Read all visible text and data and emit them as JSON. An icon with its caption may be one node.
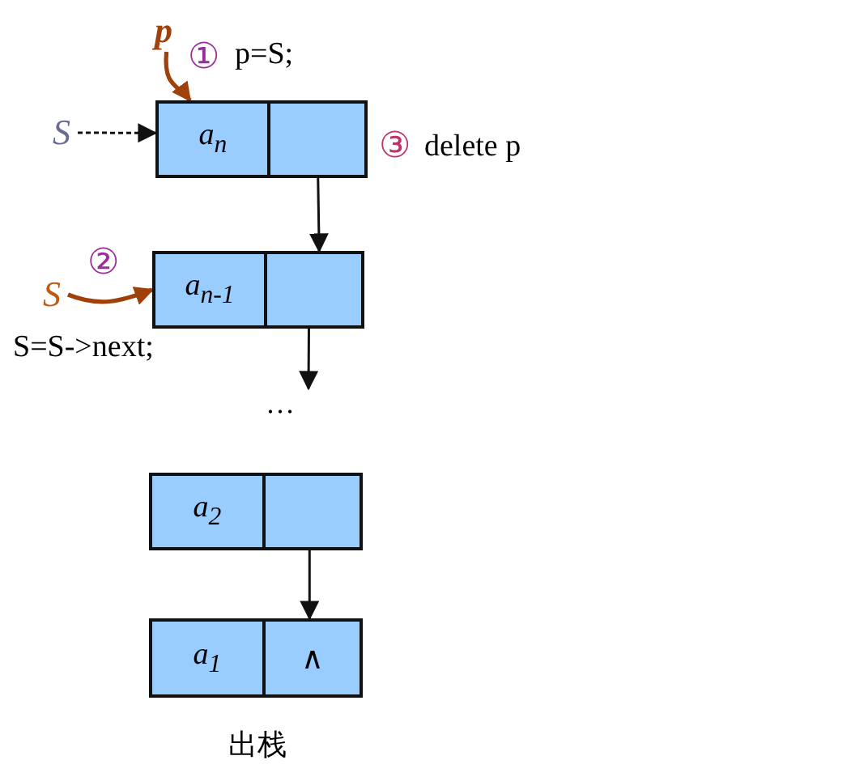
{
  "diagram": {
    "nodes": [
      {
        "text": [
          "S"
        ]
      },
      {
        "text": [
          "a$_{n}$"
        ]
      },
      {
        "text": [],
        "shape": "box"
      },
      {
        "text": [
          "p"
        ]
      },
      {
        "text": [
          "S"
        ]
      },
      {
        "text": [
          "a$_{n-1}$"
        ]
      },
      {
        "text": [],
        "shape": "box"
      },
      {
        "text": [
          "…"
        ]
      },
      {
        "text": [
          "a$_{2}$"
        ]
      },
      {
        "text": [],
        "shape": "box"
      },
      {
        "text": [
          "a$_{1}$"
        ]
      },
      {
        "text": [
          "∧"
        ]
      }
    ],
    "edges": [
      {
        "from": 0,
        "to": 1,
        "arrow": "to",
        "style": "dashed"
      },
      {
        "from": 3,
        "to": 1,
        "arrow": "to",
        "color": "#a0400a"
      },
      {
        "from": 2,
        "to": 6,
        "arrow": "to"
      },
      {
        "from": 4,
        "to": 5,
        "arrow": "to",
        "color": "#a0400a"
      },
      {
        "from": 6,
        "to": 7,
        "arrow": "to"
      },
      {
        "from": 9,
        "to": 11,
        "arrow": "to"
      }
    ],
    "labels": [
      "①",
      "p=S;",
      "③",
      "delete p",
      "②",
      "S=S->next;",
      "出栈"
    ]
  }
}
